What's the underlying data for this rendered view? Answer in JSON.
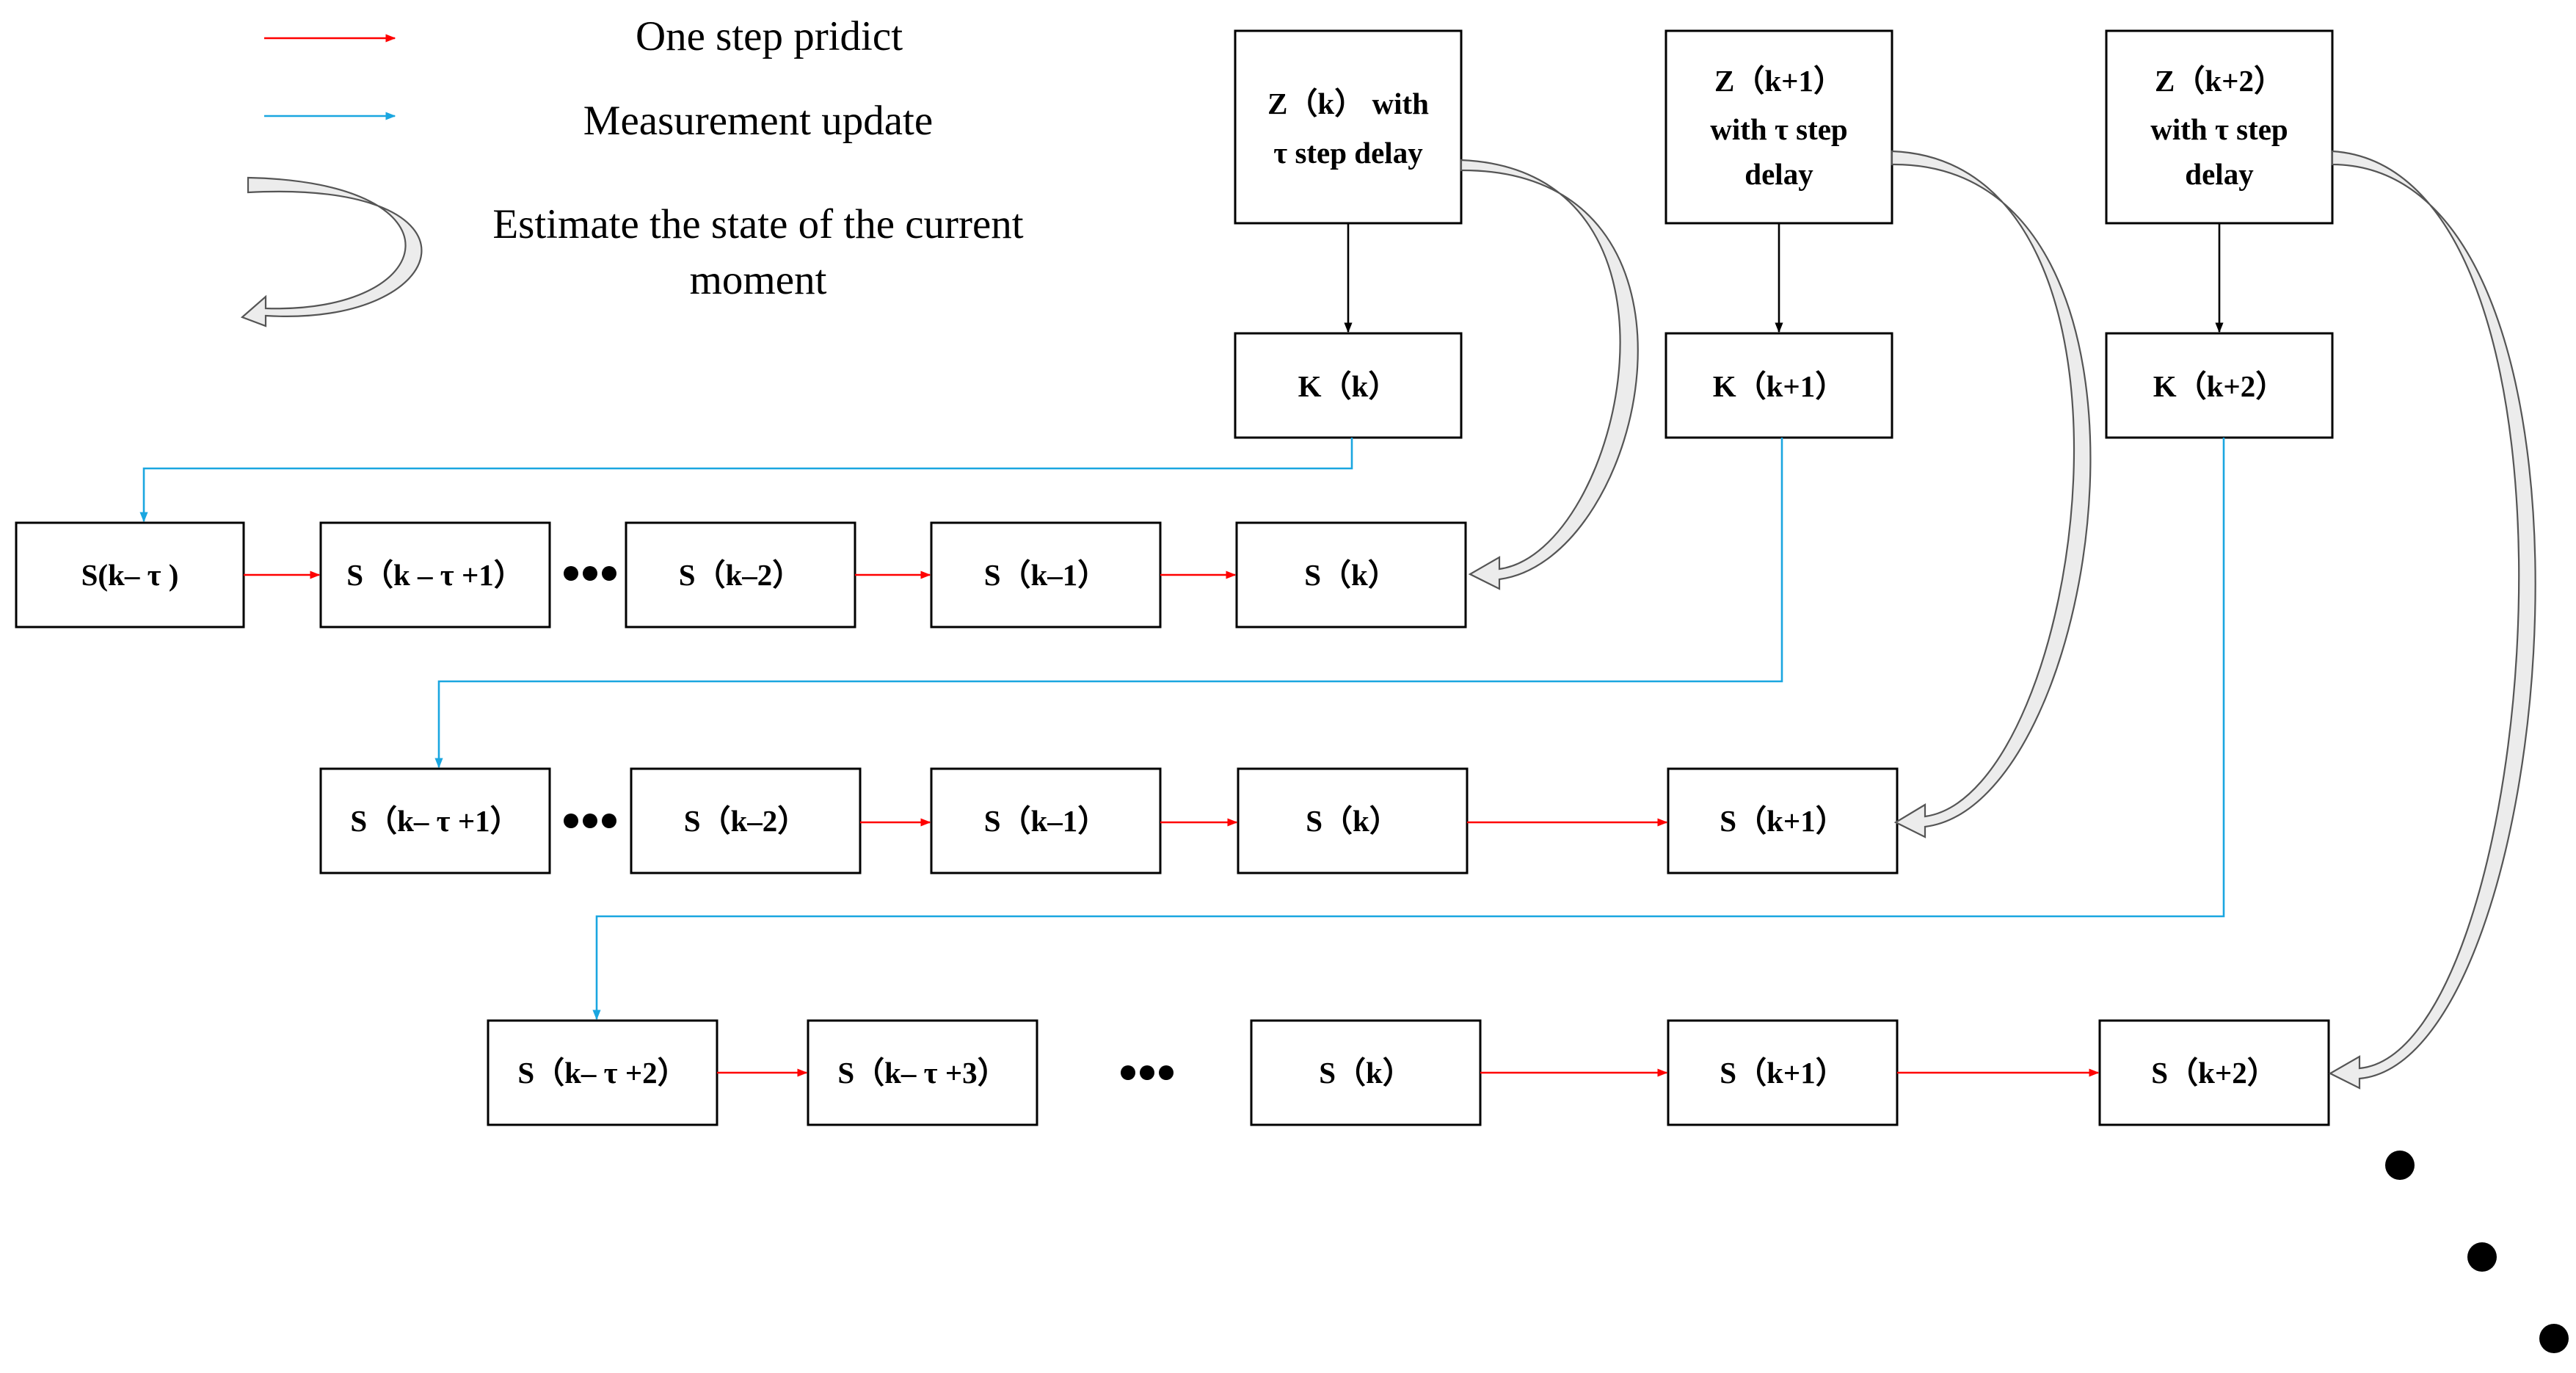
{
  "legend": {
    "predict": {
      "label": "One step pridict",
      "color": "#ff0000"
    },
    "update": {
      "label": "Measurement update",
      "color": "#1aa6e0"
    },
    "estimate": {
      "line1": "Estimate the state of the current",
      "line2": "moment"
    }
  },
  "measurements": [
    {
      "lines": [
        "Z（k） with",
        "τ  step delay"
      ]
    },
    {
      "lines": [
        "Z（k+1）",
        "with τ  step",
        "delay"
      ]
    },
    {
      "lines": [
        "Z（k+2）",
        "with τ  step",
        "delay"
      ]
    }
  ],
  "gains": [
    "K（k）",
    "K（k+1）",
    "K（k+2）"
  ],
  "row1": [
    "S(k– τ )",
    "S（k – τ +1）",
    "S（k–2）",
    "S（k–1）",
    "S（k）"
  ],
  "row2": [
    "S（k– τ +1）",
    "S（k–2）",
    "S（k–1）",
    "S（k）",
    "S（k+1）"
  ],
  "row3": [
    "S（k– τ +2）",
    "S（k– τ +3）",
    "S（k）",
    "S（k+1）",
    "S（k+2）"
  ]
}
